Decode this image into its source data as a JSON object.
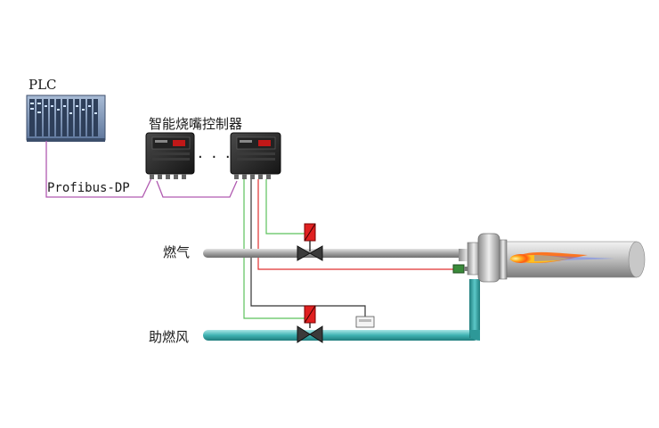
{
  "labels": {
    "plc": "PLC",
    "controllers": "智能烧嘴控制器",
    "ellipsis": "· · ·",
    "bus": "Profibus-DP",
    "gas": "燃气",
    "combustion_air": "助燃风"
  },
  "icons": {
    "plc": "plc-rack-icon",
    "controller": "burner-controller-icon",
    "valve": "solenoid-valve-icon",
    "flow_sensor": "flow-sensor-icon",
    "burner": "burner-icon",
    "flame": "flame-icon"
  },
  "colors": {
    "bus_line": "#b05ab0",
    "signal_green": "#5cc25c",
    "signal_red": "#e03030",
    "signal_dark": "#333333",
    "gas_pipe": "#9a9a9a",
    "air_pipe": "#3fb3b3",
    "valve_actuator": "#e02020",
    "plc_panel": "#6f88ad"
  }
}
